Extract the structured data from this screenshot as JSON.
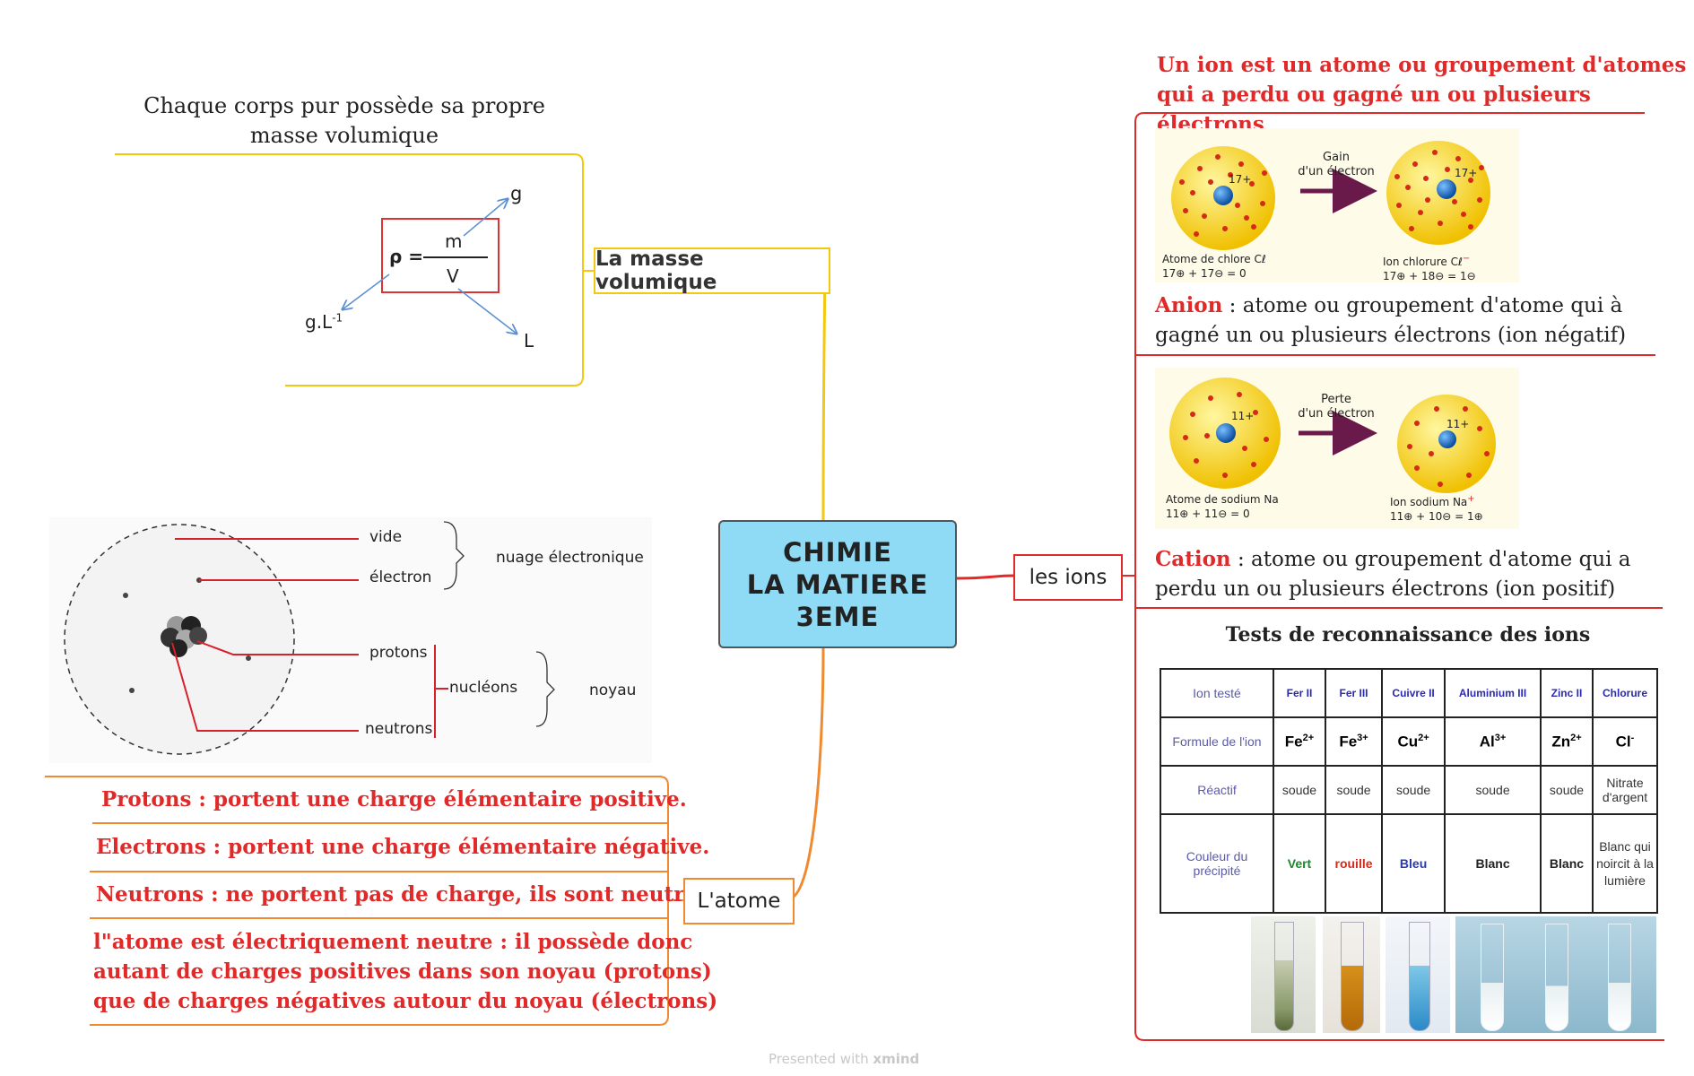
{
  "central": {
    "line1": "CHIMIE",
    "line2": "LA MATIERE",
    "line3": "3EME"
  },
  "masse": {
    "topic": "La masse volumique",
    "note_line1": "Chaque corps pur possède sa propre",
    "note_line2": "masse volumique",
    "formula_rho": "ρ =",
    "formula_m": "m",
    "formula_v": "V",
    "unit_g": "g",
    "unit_gl": "g.L",
    "unit_gl_exp": "-1",
    "unit_l": "L"
  },
  "atome": {
    "topic": "L'atome",
    "diagram": {
      "vide": "vide",
      "electron": "électron",
      "nuage": "nuage électronique",
      "protons": "protons",
      "nucleons": "nucléons",
      "noyau": "noyau",
      "neutrons": "neutrons"
    },
    "facts": [
      "Protons :  portent une charge élémentaire positive.",
      "Electrons : portent une charge élémentaire négative.",
      "Neutrons : ne portent pas de charge, ils sont neutres."
    ],
    "neutral_line1": "l\"atome est électriquement neutre : il possède donc",
    "neutral_line2": "autant de charges positives dans son noyau (protons)",
    "neutral_line3": "que de charges négatives autour du noyau (électrons)"
  },
  "ions": {
    "topic": "les ions",
    "def_line1": "Un ion est un atome ou groupement d'atomes",
    "def_line2": "qui a perdu ou gagné un ou plusieurs électrons",
    "anion_fig": {
      "arrow_line1": "Gain",
      "arrow_line2": "d'un électron",
      "left_charge": "17+",
      "right_charge": "17+",
      "left_caption1": "Atome de chlore Cℓ",
      "left_caption2": "17⊕ + 17⊖ = 0",
      "right_caption1": "Ion chlorure Cℓ",
      "right_caption_sup": "−",
      "right_caption2": "17⊕ + 18⊖ = 1⊖"
    },
    "anion_term": "Anion",
    "anion_rest1": " : atome ou groupement d'atome qui à",
    "anion_rest2": "gagné un ou plusieurs électrons (ion négatif)",
    "cation_fig": {
      "arrow_line1": "Perte",
      "arrow_line2": "d'un électron",
      "left_charge": "11+",
      "right_charge": "11+",
      "left_caption1": "Atome de sodium Na",
      "left_caption2": "11⊕ + 11⊖ = 0",
      "right_caption1": "Ion sodium Na",
      "right_caption_sup": "+",
      "right_caption2": "11⊕ + 10⊖ = 1⊕"
    },
    "cation_term": "Cation",
    "cation_rest1": " : atome ou groupement d'atome qui a",
    "cation_rest2": "perdu un ou plusieurs électrons (ion positif)",
    "tests_title": "Tests de reconnaissance des ions",
    "table": {
      "row_headers": [
        "Ion testé",
        "Formule de l'ion",
        "Réactif",
        "Couleur du précipité"
      ],
      "ions": [
        "Fer II",
        "Fer III",
        "Cuivre II",
        "Aluminium III",
        "Zinc II",
        "Chlorure"
      ],
      "formula_base": [
        "Fe",
        "Fe",
        "Cu",
        "Al",
        "Zn",
        "Cl"
      ],
      "formula_sup": [
        "2+",
        "3+",
        "2+",
        "3+",
        "2+",
        "-"
      ],
      "reactifs": [
        "soude",
        "soude",
        "soude",
        "soude",
        "soude",
        "Nitrate d'argent"
      ],
      "couleurs": [
        "Vert",
        "rouille",
        "Bleu",
        "Blanc",
        "Blanc",
        "Blanc qui noircit à la lumière"
      ],
      "couleur_colors": [
        "#1a8a2a",
        "#d42a1a",
        "#2a3aa8",
        "#222222",
        "#222222",
        "#333333"
      ]
    }
  },
  "footer": {
    "presented": "Presented with",
    "brand": "xmind"
  },
  "colors": {
    "masse": "#f2c811",
    "atome": "#f08a30",
    "ions": "#e02a2a",
    "central": "#8fdaf4"
  }
}
